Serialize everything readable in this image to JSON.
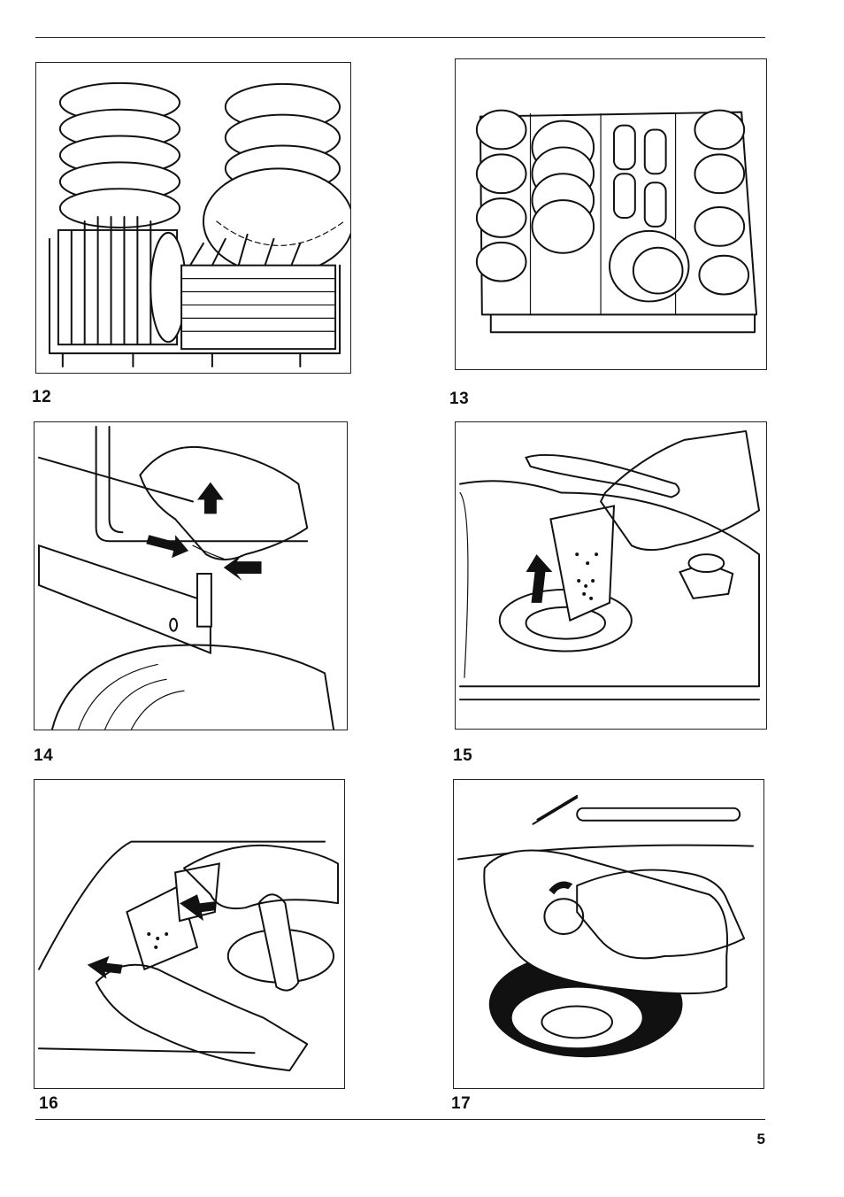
{
  "figures": [
    {
      "number": "12",
      "subject": "lower-basket-plates-and-cutlery"
    },
    {
      "number": "13",
      "subject": "upper-basket-cups-and-glasses"
    },
    {
      "number": "14",
      "subject": "basket-rail-stop-removal"
    },
    {
      "number": "15",
      "subject": "filter-removal"
    },
    {
      "number": "16",
      "subject": "filter-disassembly"
    },
    {
      "number": "17",
      "subject": "spray-arm-filter-turn"
    }
  ],
  "page_number": "5"
}
